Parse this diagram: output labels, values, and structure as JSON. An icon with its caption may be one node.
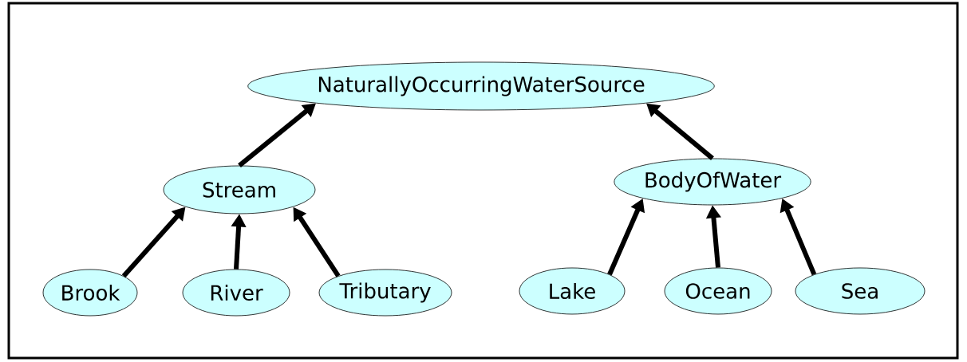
{
  "diagram": {
    "nodes": [
      {
        "text": [
          "NaturallyOccurringWaterSource"
        ]
      },
      {
        "text": [
          "Stream"
        ]
      },
      {
        "text": [
          "BodyOfWater"
        ]
      },
      {
        "text": [
          "Brook"
        ]
      },
      {
        "text": [
          "River"
        ]
      },
      {
        "text": [
          "Tributary"
        ]
      },
      {
        "text": [
          "Lake"
        ]
      },
      {
        "text": [
          "Ocean"
        ]
      },
      {
        "text": [
          "Sea"
        ]
      }
    ],
    "edges": [
      {
        "from": 1,
        "to": 0,
        "arrow": "to"
      },
      {
        "from": 2,
        "to": 0,
        "arrow": "to"
      },
      {
        "from": 3,
        "to": 1,
        "arrow": "to"
      },
      {
        "from": 4,
        "to": 1,
        "arrow": "to"
      },
      {
        "from": 5,
        "to": 1,
        "arrow": "to"
      },
      {
        "from": 6,
        "to": 2,
        "arrow": "to"
      },
      {
        "from": 7,
        "to": 2,
        "arrow": "to"
      },
      {
        "from": 8,
        "to": 2,
        "arrow": "to"
      }
    ]
  }
}
